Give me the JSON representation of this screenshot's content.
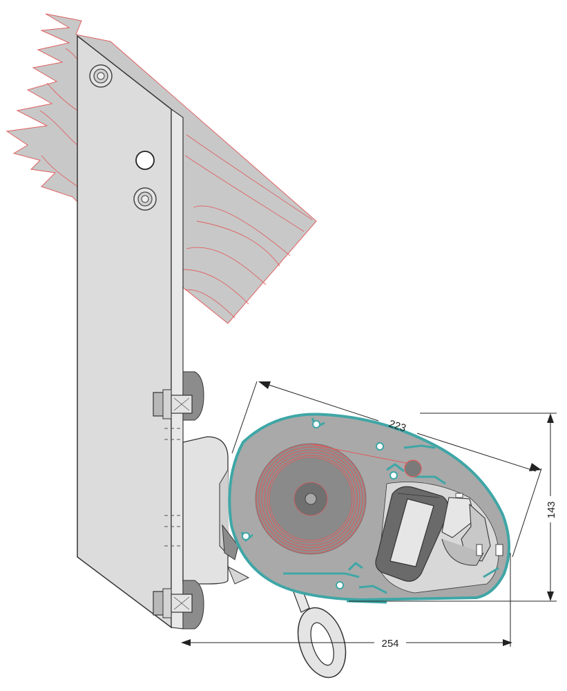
{
  "dimensions": {
    "slant_length": "223",
    "height": "143",
    "width": "254"
  },
  "colors": {
    "wood_fill": "#c8c8c8",
    "wood_grain": "#e06060",
    "plate_fill": "#dcdcdc",
    "profile_stroke": "#3fa6a6",
    "roller_fill": "#8a8a8a",
    "fabric_lines": "#e05a5a",
    "dimension_line": "#222222"
  }
}
